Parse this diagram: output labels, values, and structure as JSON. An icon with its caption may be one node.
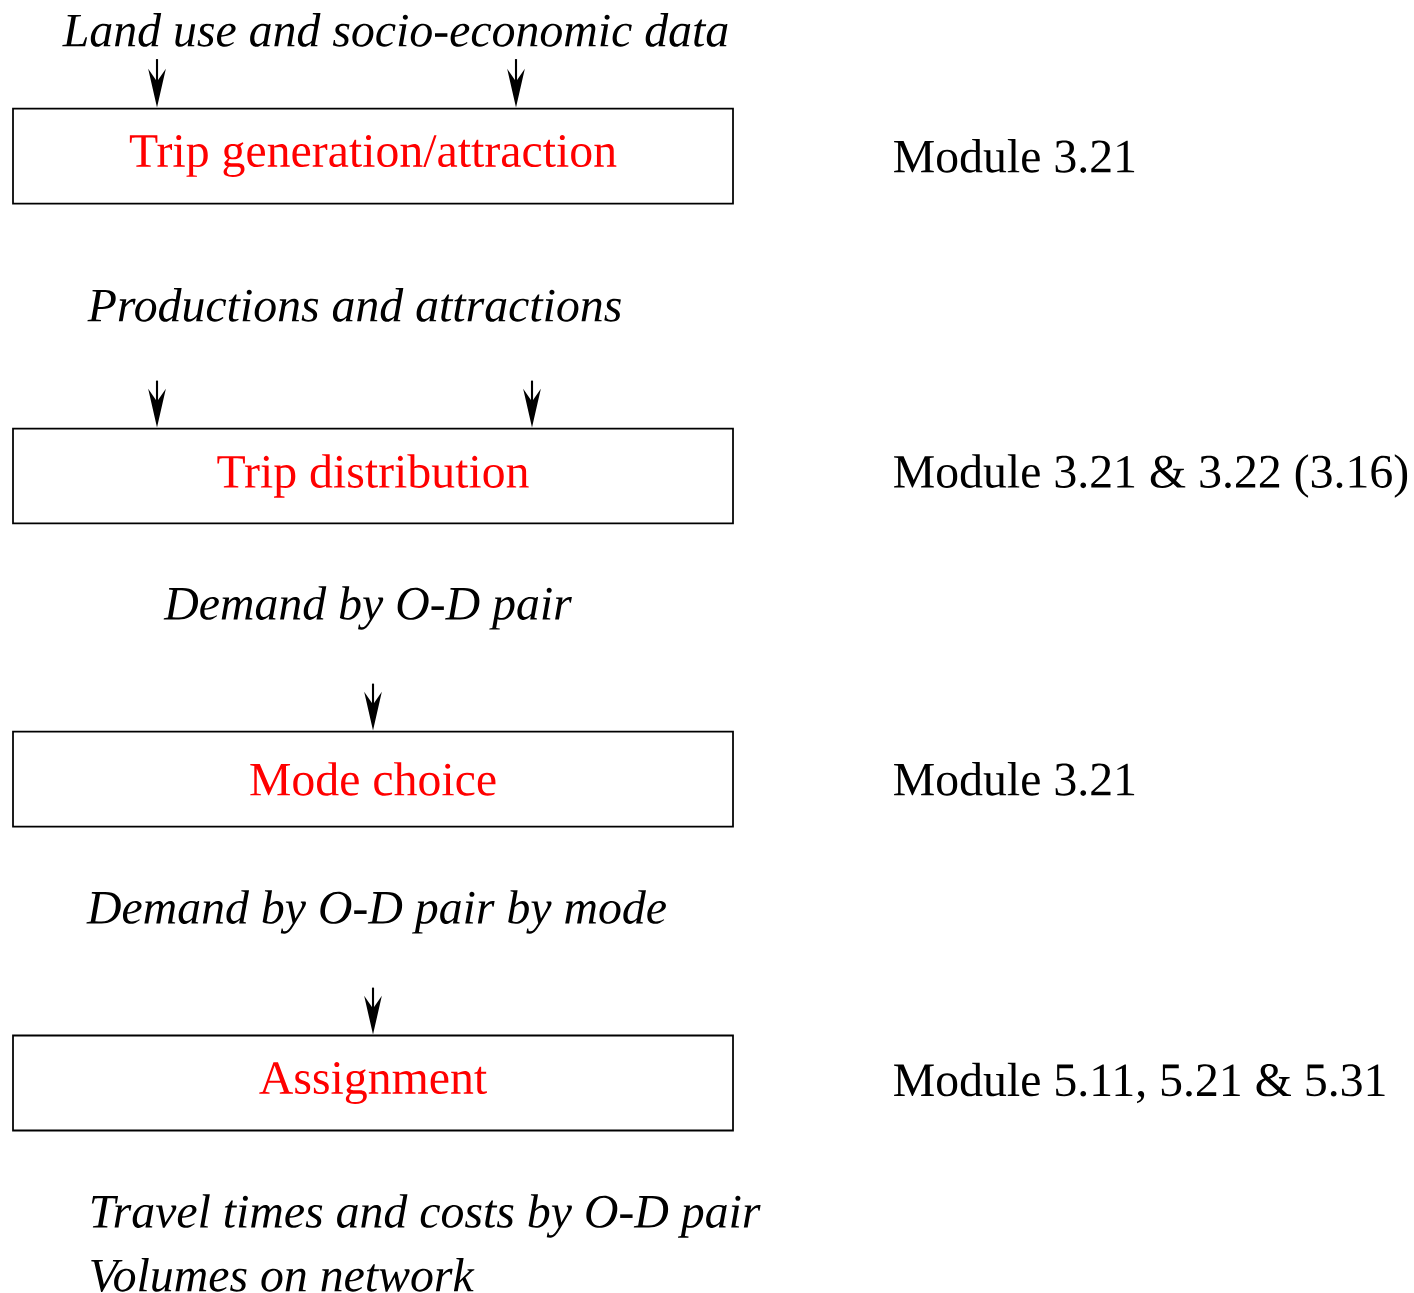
{
  "diagram": {
    "nodes": [
      {
        "text": [
          "Land use and socio-economic data"
        ]
      },
      {
        "text": [
          "Trip generation/attraction"
        ],
        "beside": [
          "Module 3.21"
        ]
      },
      {
        "text": [
          "Productions and attractions"
        ]
      },
      {
        "text": [
          "Trip distribution"
        ],
        "beside": [
          "Module 3.21 & 3.22 (3.16)"
        ]
      },
      {
        "text": [
          "Demand by O-D pair"
        ]
      },
      {
        "text": [
          "Mode choice"
        ],
        "beside": [
          "Module 3.21"
        ]
      },
      {
        "text": [
          "Demand by O-D pair by mode"
        ]
      },
      {
        "text": [
          "Assignment"
        ],
        "beside": [
          "Module 5.11, 5.21 & 5.31"
        ]
      }
    ],
    "edges": [
      {
        "from": 0,
        "to": 1,
        "arrow": "to"
      },
      {
        "from": 0,
        "to": 1,
        "arrow": "to"
      },
      {
        "from": null,
        "to": 3,
        "arrow": "to"
      },
      {
        "from": null,
        "to": 3,
        "arrow": "to"
      },
      {
        "from": null,
        "to": 5,
        "arrow": "to"
      },
      {
        "from": null,
        "to": 7,
        "arrow": "to"
      }
    ],
    "labels": [
      "Travel times and costs by O-D pair",
      "Volumes on network"
    ]
  }
}
